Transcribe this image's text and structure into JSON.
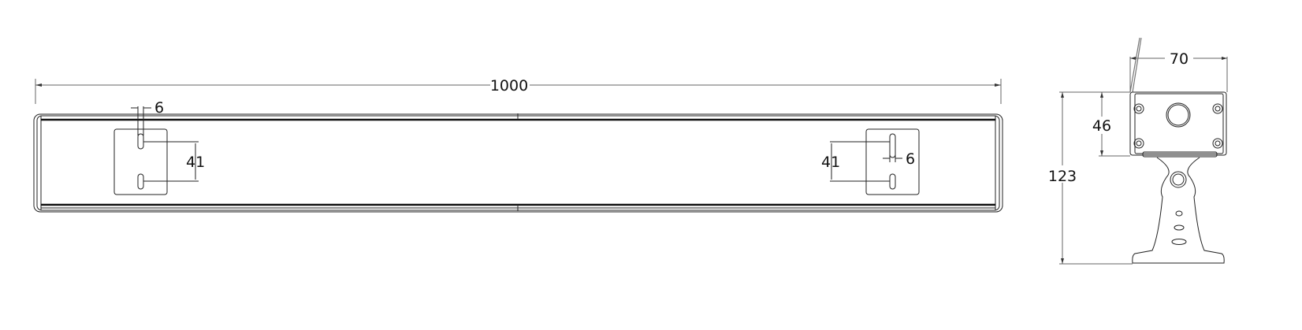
{
  "drawing": {
    "type": "technical-dimension-drawing",
    "units": "mm",
    "front_view": {
      "overall_length_label": "1000",
      "left_bracket": {
        "slot_width_label": "6",
        "slot_spacing_label": "41"
      },
      "right_bracket": {
        "slot_width_label": "6",
        "slot_spacing_label": "41"
      }
    },
    "side_view": {
      "width_label": "70",
      "body_height_label": "46",
      "overall_height_label": "123"
    }
  },
  "colors": {
    "line": "#222222",
    "dimension_line": "#666666",
    "background": "#ffffff"
  }
}
